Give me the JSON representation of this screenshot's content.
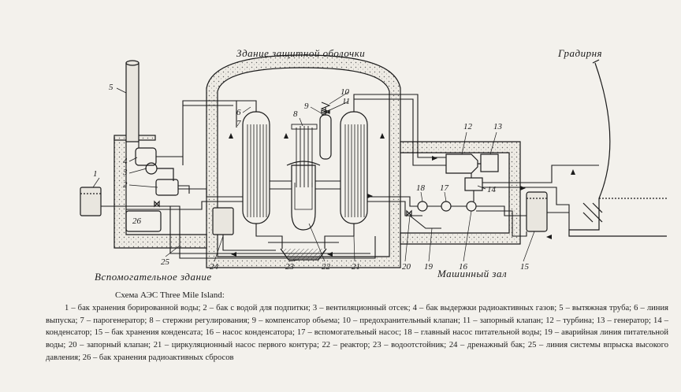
{
  "diagram": {
    "building_labels": {
      "containment": "Здание защитной оболочки",
      "cooling_tower": "Градирня",
      "auxiliary": "Вспомогательное здание",
      "turbine_hall": "Машинный зал"
    },
    "numbers": [
      "1",
      "2",
      "3",
      "4",
      "5",
      "6",
      "7",
      "8",
      "9",
      "10",
      "11",
      "12",
      "13",
      "14",
      "15",
      "16",
      "17",
      "18",
      "19",
      "20",
      "21",
      "22",
      "23",
      "24",
      "25",
      "26"
    ]
  },
  "caption": {
    "title": "Схема АЭС Three Mile Island:",
    "body": "1 – бак хранения борированной воды; 2 – бак с водой для подпитки; 3 – вентиляционный отсек; 4 – бак выдержки радиоактивных газов; 5 – вытяжная труба; 6 – линия выпуска; 7 – парогенератор; 8 – стержни регулирования; 9 – компенсатор объема; 10 – предохранительный клапан; 11 – запорный клапан; 12 – турбина; 13 – генератор; 14 – конденсатор; 15 – бак хранения конденсата; 16 – насос конденсатора; 17 – вспомогательный насос; 18 – главный насос питательной воды; 19 – аварийная линия питательной воды; 20 – запорный клапан; 21 – циркуляционный насос первого контура; 22 – реактор; 23 – водоотстойник; 24 – дренажный бак; 25 – линия системы впрыска высокого давления; 26 – бак хранения радиоактивных сбросов"
  }
}
